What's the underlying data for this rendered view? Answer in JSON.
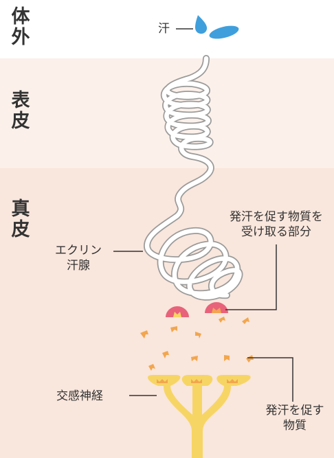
{
  "layers": {
    "outside": [
      "体",
      "外"
    ],
    "epidermis": [
      "表",
      "皮"
    ],
    "dermis": [
      "真",
      "皮"
    ]
  },
  "labels": {
    "sweat": "汗",
    "gland": [
      "エクリン",
      "汗腺"
    ],
    "receptor": [
      "発汗を促す物質を",
      "受け取る部分"
    ],
    "nerve": "交感神経",
    "substance": [
      "発汗を促す",
      "物質"
    ]
  },
  "colors": {
    "outside_bg": "#ffffff",
    "epidermis_bg": "#fcf0ea",
    "dermis_bg": "#f9e6dc",
    "sweat_drop": "#3f9fdc",
    "receptor": "#e8627a",
    "nerve": "#f7d565",
    "substance": "#f2a64e"
  }
}
